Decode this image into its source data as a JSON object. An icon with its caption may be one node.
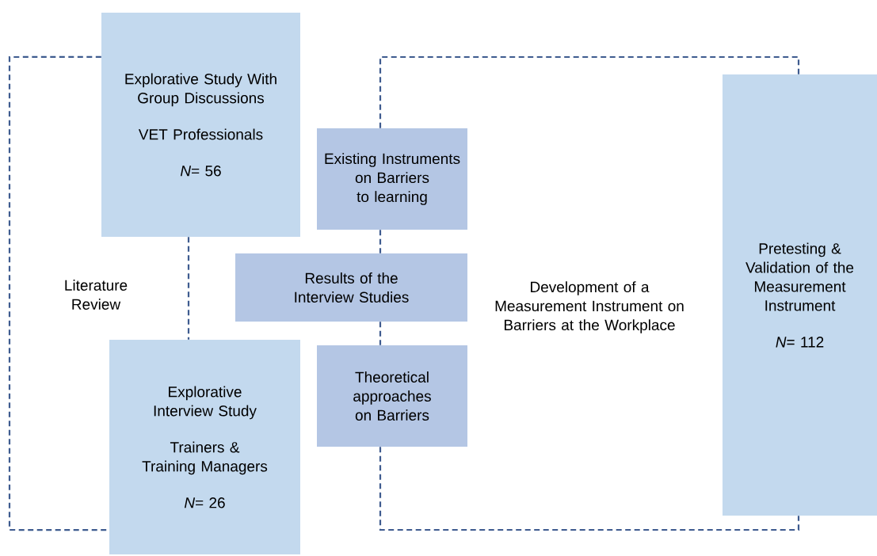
{
  "diagram": {
    "nodes": [
      {
        "text": [
          "Explorative Study With Group Discussions",
          "VET Professionals",
          "*N*= 56"
        ]
      },
      {
        "text": [
          "Existing Instruments on Barriers to learning"
        ]
      },
      {
        "text": [
          "Results of the Interview Studies"
        ]
      },
      {
        "text": [
          "Theoretical approaches on Barriers"
        ]
      },
      {
        "text": [
          "Explorative Interview Study",
          "Trainers & Training Managers",
          "*N*= 26"
        ]
      },
      {
        "text": [
          "Pretesting & Validation of the Measurement Instrument",
          "*N*= 112"
        ]
      }
    ],
    "edges": [
      {
        "from": 0,
        "to": 4,
        "arrow": "none",
        "style": "dashed"
      },
      {
        "from": 0,
        "to": 4,
        "arrow": "none",
        "style": "dashed"
      },
      {
        "from": 1,
        "to": 2,
        "arrow": "none",
        "style": "dashed"
      },
      {
        "from": 2,
        "to": 3,
        "arrow": "none",
        "style": "dashed"
      },
      {
        "from": 1,
        "to": 5,
        "arrow": "none",
        "style": "dashed"
      },
      {
        "from": 3,
        "to": 5,
        "arrow": "none",
        "style": "dashed"
      }
    ],
    "labels": [
      "Literature Review",
      "Development of a Measurement Instrument on Barriers at the Workplace"
    ]
  }
}
